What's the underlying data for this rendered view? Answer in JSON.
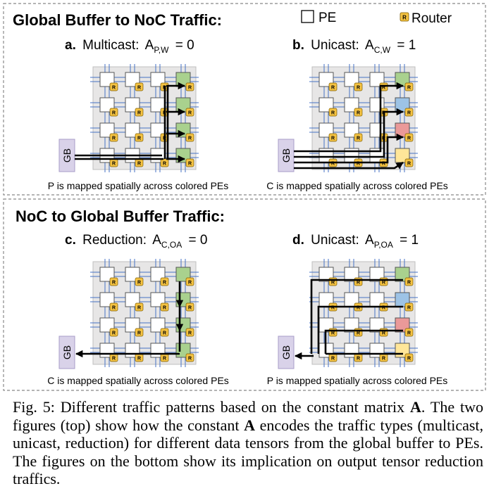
{
  "legend": {
    "pe": "PE",
    "router": "Router",
    "router_glyph": "R"
  },
  "top_section": {
    "title": "Global Buffer to NoC Traffic:",
    "panel_a": {
      "label": "a.",
      "text": "Multicast:",
      "var": "A",
      "sub": "P,W",
      "value": "= 0",
      "caption": "P is mapped spatially across colored PEs"
    },
    "panel_b": {
      "label": "b.",
      "text": "Unicast:",
      "var": "A",
      "sub": "C,W",
      "value": "= 1",
      "caption": "C is mapped spatially across colored PEs"
    }
  },
  "bottom_section": {
    "title": "NoC to Global Buffer Traffic:",
    "panel_c": {
      "label": "c.",
      "text": "Reduction:",
      "var": "A",
      "sub": "C,OA",
      "value": "= 0",
      "caption": "C is mapped spatially across colored PEs"
    },
    "panel_d": {
      "label": "d.",
      "text": "Unicast:",
      "var": "A",
      "sub": "P,OA",
      "value": "= 1",
      "caption": "P is mapped spatially across colored PEs"
    }
  },
  "gb_label": "GB",
  "colors": {
    "green": "#a9d18e",
    "blue": "#9dc3e6",
    "red": "#ea9999",
    "yellow": "#ffe699",
    "router": "#f5c342",
    "grid": "#4472c4"
  },
  "caption": {
    "fig_label": "Fig. 5:",
    "text_1": "Different traffic patterns based on the constant matrix",
    "bold_1": "A",
    "text_2": ". The two figures (top) show how the constant",
    "bold_2": "A",
    "text_3": "encodes the traffic types (multicast, unicast, reduction) for different data tensors from the global buffer to PEs. The figures on the bottom show its implication on output tensor reduction traffics."
  }
}
